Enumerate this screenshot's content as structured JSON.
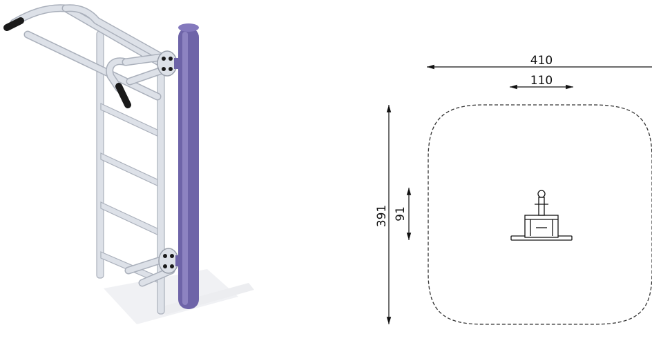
{
  "dimensions": {
    "overall_width": "410",
    "equipment_width": "110",
    "overall_depth": "391",
    "equipment_depth": "91"
  },
  "colors": {
    "post": "#6e64a8",
    "post_highlight": "#9a90cc",
    "rails": "#dde1e8",
    "rail_shadow": "#aab0bb",
    "grips": "#1a1a1a",
    "drawing_lines": "#111111",
    "safety_zone_outline": "#333333"
  },
  "icons": {
    "equipment_render": "wall-bars-with-pullup-and-dip-bars",
    "plan_symbol": "wall-bars-top-view"
  }
}
